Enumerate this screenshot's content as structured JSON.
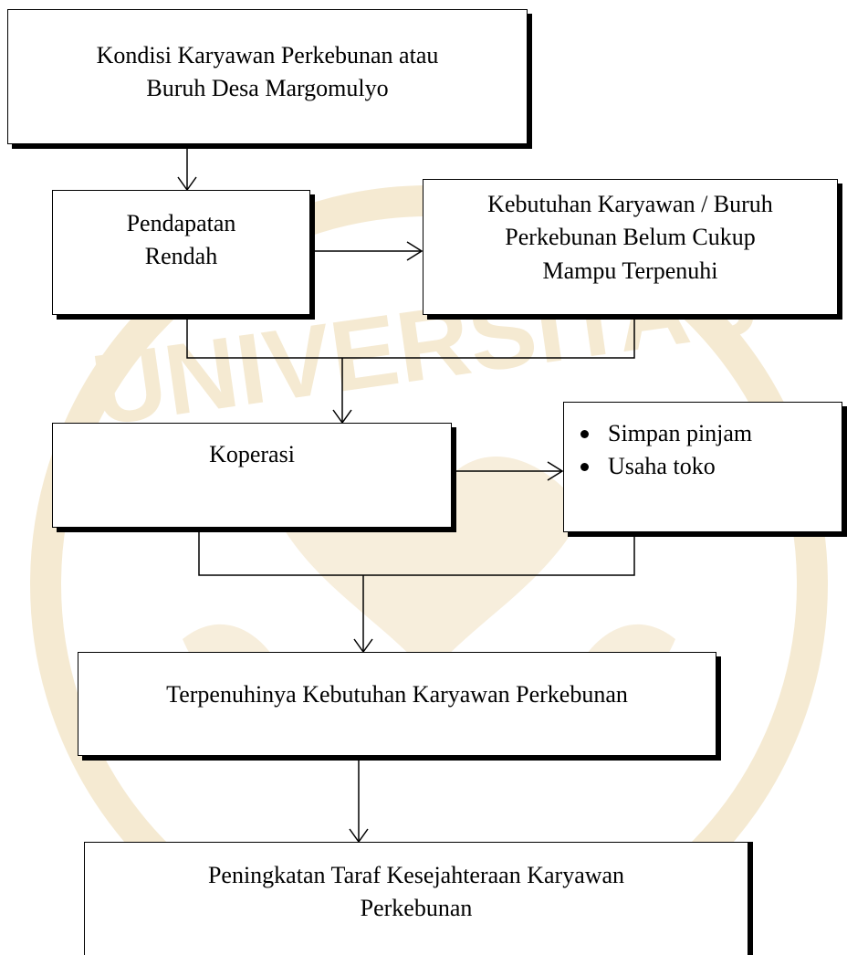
{
  "watermark": {
    "text": "UNIVERSITAS",
    "color": "#f5ead2"
  },
  "nodes": {
    "kondisi": {
      "line1": "Kondisi Karyawan Perkebunan atau",
      "line2": "Buruh Desa Margomulyo"
    },
    "pendapatan": {
      "line1": "Pendapatan",
      "line2": "Rendah"
    },
    "kebutuhan": {
      "line1": "Kebutuhan Karyawan / Buruh",
      "line2": "Perkebunan Belum Cukup",
      "line3": "Mampu Terpenuhi"
    },
    "koperasi": {
      "label": "Koperasi"
    },
    "usaha": {
      "items": [
        "Simpan pinjam",
        "Usaha toko"
      ]
    },
    "terpenuhi": {
      "label": "Terpenuhinya Kebutuhan Karyawan Perkebunan"
    },
    "peningkatan": {
      "line1": "Peningkatan Taraf Kesejahteraan Karyawan",
      "line2": "Perkebunan"
    }
  }
}
